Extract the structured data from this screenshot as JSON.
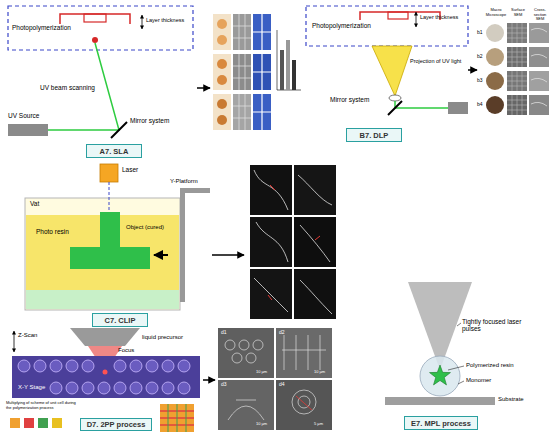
{
  "diagram": {
    "nodes": [
      {
        "text": [
          "A7. SLA"
        ]
      },
      {
        "text": [
          "B7. DLP"
        ]
      },
      {
        "text": [
          "C7. CLIP"
        ]
      },
      {
        "text": [
          "D7. 2PP process"
        ]
      },
      {
        "text": [
          "E7. MPL process"
        ]
      }
    ],
    "labels": [
      "Photopolymerization",
      "Layer thickness",
      "UV beam scanning",
      "UV Source",
      "Mirror system",
      "Photopolymerization",
      "Layer thickness",
      "Projection of UV light",
      "Mirror system",
      "b1",
      "b2",
      "b3",
      "b4",
      "Macro Microscope",
      "Surface SEM",
      "Cross-section SEM",
      "Laser",
      "Vat",
      "Photo resin",
      "Object (cured)",
      "Y-Platform",
      "Z-Scan",
      "Focus",
      "liquid precursor",
      "X-Y Stage",
      "Multiplying of scheme of unit cell during the polymerization process",
      "d1",
      "d2",
      "d3",
      "d4",
      "10 µm",
      "10 µm",
      "10 µm",
      "5 µm",
      "Tightly focused laser pulses",
      "Polymerized resin",
      "Monomer",
      "Substrate"
    ]
  }
}
